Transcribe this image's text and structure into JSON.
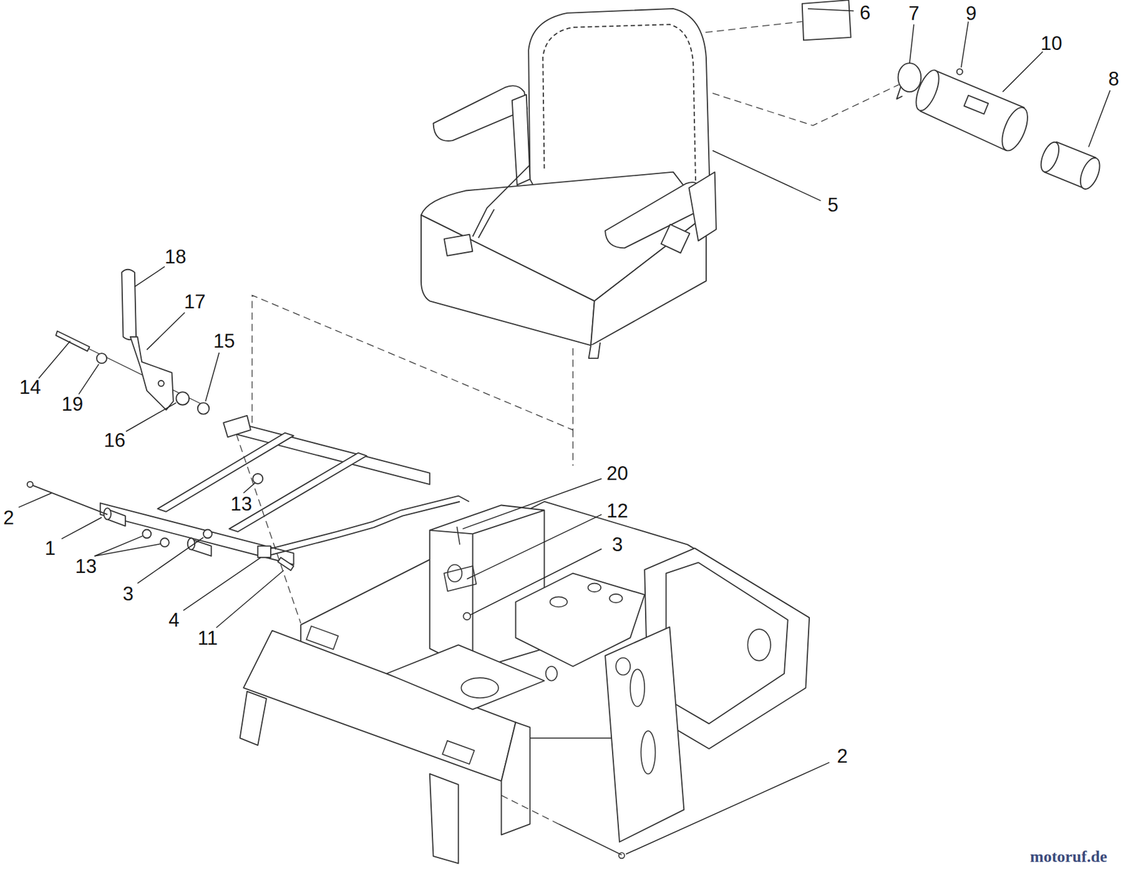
{
  "diagram": {
    "labels": [
      "6",
      "7",
      "9",
      "10",
      "8",
      "5",
      "18",
      "17",
      "15",
      "14",
      "19",
      "16",
      "2",
      "1",
      "13",
      "13",
      "3",
      "20",
      "12",
      "3",
      "4",
      "11",
      "2",
      "motoruf.de"
    ]
  }
}
